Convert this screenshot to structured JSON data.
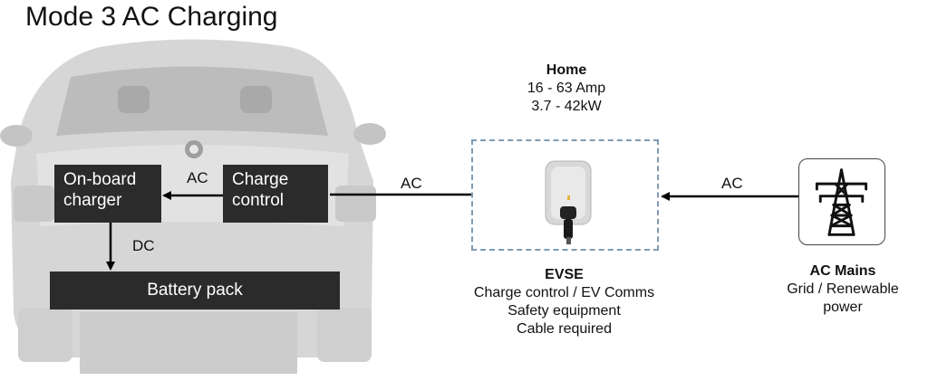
{
  "title": "Mode 3 AC Charging",
  "home": {
    "heading": "Home",
    "current": "16 - 63 Amp",
    "power": "3.7 - 42kW"
  },
  "vehicle": {
    "onboard_charger": "On-board\ncharger",
    "charge_control": "Charge\ncontrol",
    "battery_pack": "Battery pack",
    "link_ac_label": "AC",
    "link_dc_label": "DC"
  },
  "links": {
    "evse_to_car": "AC",
    "mains_to_evse": "AC"
  },
  "evse": {
    "heading": "EVSE",
    "lines": [
      "Charge control / EV Comms",
      "Safety equipment",
      "Cable required"
    ]
  },
  "mains": {
    "heading": "AC Mains",
    "lines": [
      "Grid / Renewable",
      "power"
    ]
  },
  "colors": {
    "box": "#2b2b2b",
    "frame": "#7e9bb3",
    "car": "#d9d9d9",
    "car_dark": "#bdbdbd"
  },
  "icons": {
    "car": "electric-car-rear-image",
    "evse": "wallbox-charger-icon",
    "mains": "transmission-tower-icon"
  }
}
